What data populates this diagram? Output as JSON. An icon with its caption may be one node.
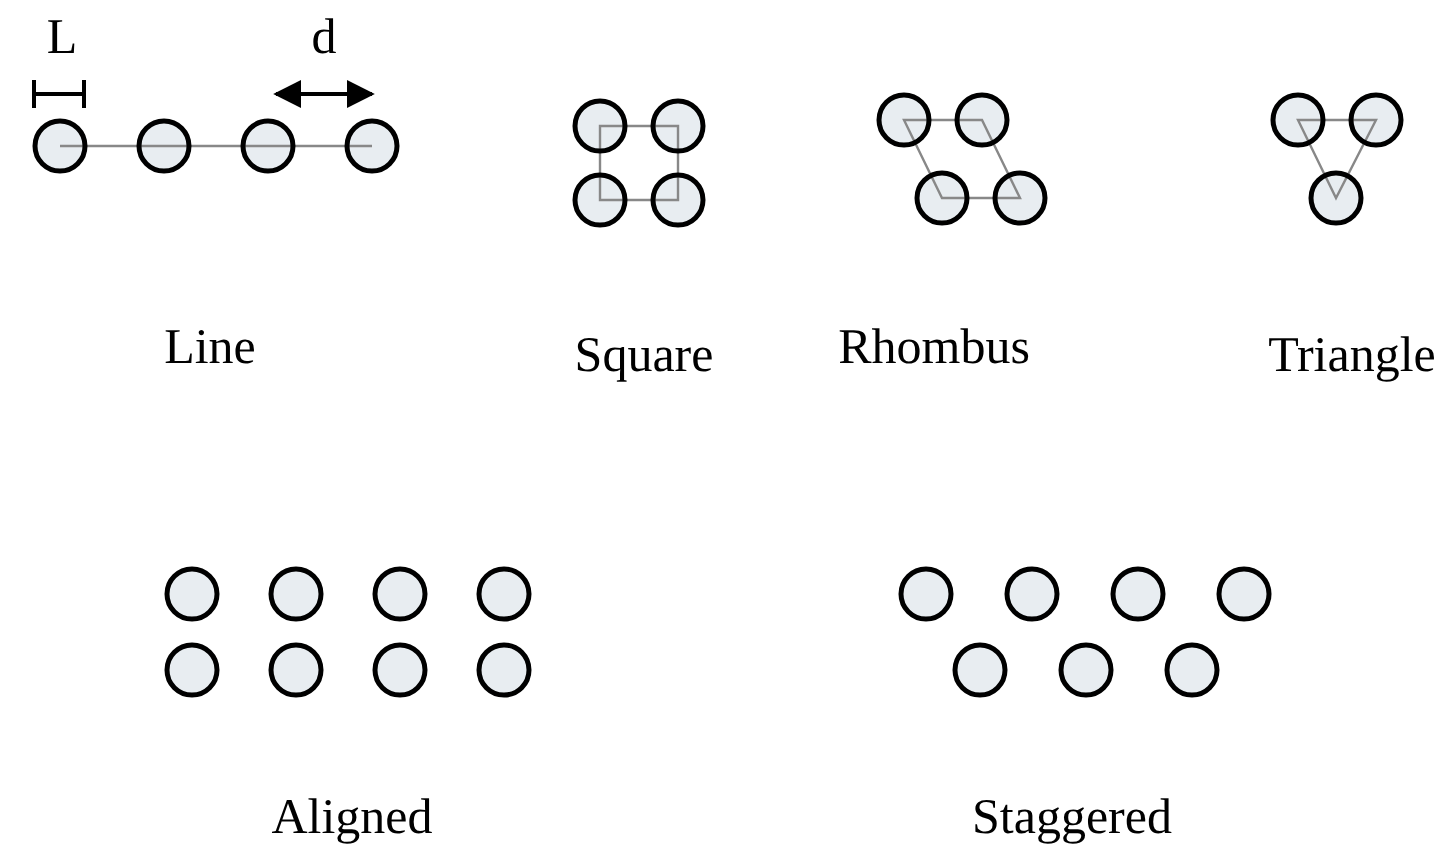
{
  "diagram": {
    "labels": [
      "L",
      "d",
      "Line",
      "Square",
      "Rhombus",
      "Triangle",
      "Aligned",
      "Staggered"
    ]
  }
}
